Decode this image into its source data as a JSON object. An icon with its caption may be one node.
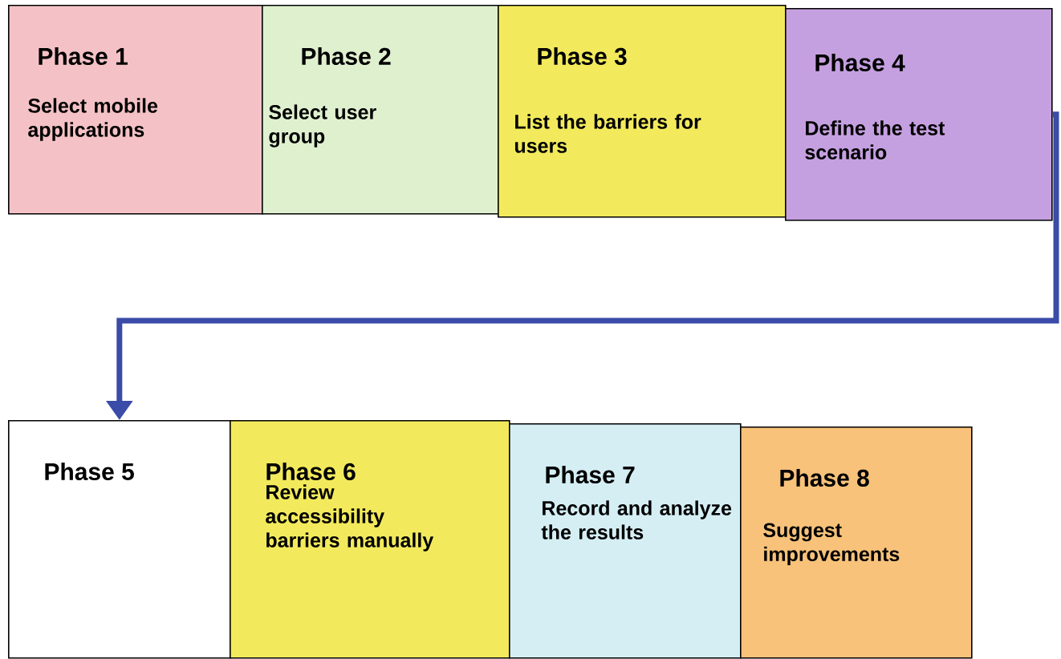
{
  "diagram": {
    "nodes": [
      {
        "text": [
          "Phase 1",
          "Select mobile applications"
        ]
      },
      {
        "text": [
          "Phase 2",
          "Select user group"
        ]
      },
      {
        "text": [
          "Phase 3",
          "List the barriers for users"
        ]
      },
      {
        "text": [
          "Phase 4",
          "Define the test scenario"
        ]
      },
      {
        "text": [
          "Phase 5"
        ]
      },
      {
        "text": [
          "Phase 6",
          "Review accessibility barriers manually"
        ]
      },
      {
        "text": [
          "Phase 7",
          "Record and analyze the results"
        ]
      },
      {
        "text": [
          "Phase 8",
          "Suggest improvements"
        ]
      }
    ],
    "edges": [
      {
        "from": 3,
        "to": 4,
        "arrow": "to"
      }
    ]
  }
}
